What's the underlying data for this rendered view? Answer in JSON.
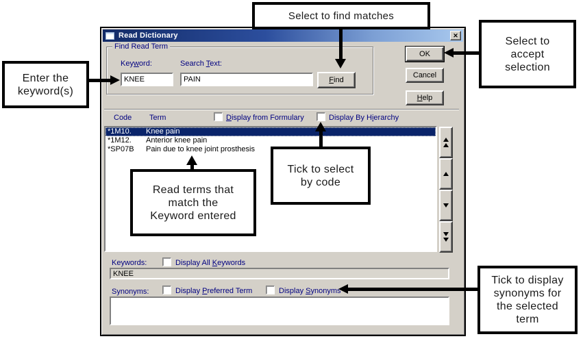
{
  "window": {
    "title": "Read Dictionary",
    "close_glyph": "✕"
  },
  "find_group": {
    "title": "Find Read Term",
    "keyword_label": {
      "pre": "Key",
      "key": "w",
      "post": "ord:"
    },
    "keyword_value": "KNEE",
    "search_label": {
      "pre": "Search ",
      "key": "T",
      "post": "ext:"
    },
    "search_value": "PAIN",
    "find_button": {
      "pre": "",
      "key": "F",
      "post": "ind"
    }
  },
  "action_buttons": {
    "ok": "OK",
    "cancel": "Cancel",
    "help": {
      "pre": "",
      "key": "H",
      "post": "elp"
    }
  },
  "results": {
    "code_header": "Code",
    "term_header": "Term",
    "formulary_checkbox": {
      "pre": "",
      "key": "D",
      "post": "isplay from Formulary"
    },
    "hierarchy_checkbox": {
      "pre": "Display By H",
      "key": "i",
      "post": "erarchy"
    },
    "rows": [
      {
        "code": "*1M10.",
        "term": "Knee pain"
      },
      {
        "code": "*1M12.",
        "term": "Anterior knee pain"
      },
      {
        "code": "*SP07B",
        "term": "Pain due to knee joint prosthesis"
      }
    ],
    "selected_row": 0
  },
  "keywords": {
    "label": "Keywords:",
    "all_checkbox": {
      "pre": "Display All ",
      "key": "K",
      "post": "eywords"
    },
    "value": "KNEE"
  },
  "synonyms": {
    "label": "Synonyms:",
    "preferred_checkbox": {
      "pre": "Display ",
      "key": "P",
      "post": "referred Term"
    },
    "synonyms_checkbox": {
      "pre": "Display ",
      "key": "S",
      "post": "ynonyms"
    },
    "value": ""
  },
  "callouts": {
    "find": "Select to find matches",
    "ok": "Select to\naccept\nselection",
    "keyword": "Enter the\nkeyword(s)",
    "read_terms": "Read terms that\nmatch the\nKeyword entered",
    "code": "Tick to select\nby code",
    "synonyms": "Tick to display\nsynonyms for\nthe selected\nterm"
  },
  "colors": {
    "dialog_bg": "#d4d0c8",
    "titlebar_left": "#122a66",
    "titlebar_right": "#a9c9ee",
    "selection_bg": "#0a246a",
    "label_text": "#000080",
    "callout_border": "#000000"
  }
}
